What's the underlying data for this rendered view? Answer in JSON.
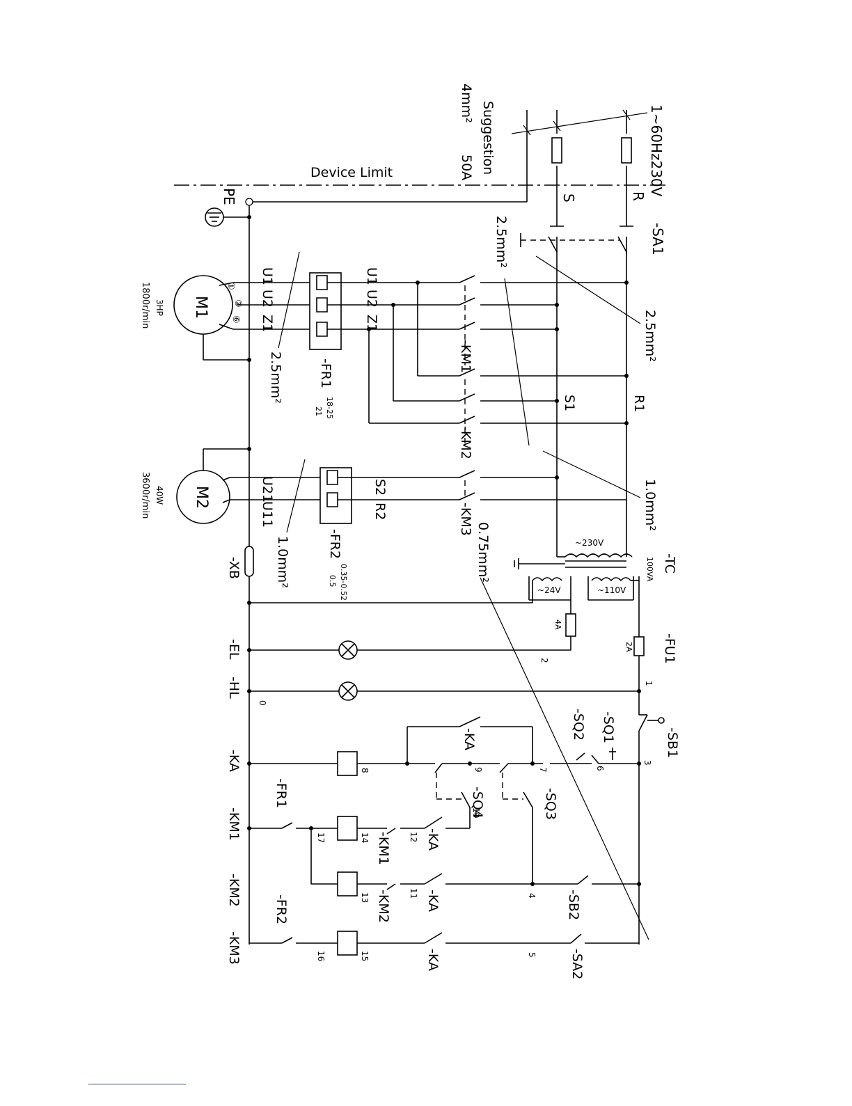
{
  "supply": {
    "spec": "1~60Hz230V",
    "R": "R",
    "S": "S",
    "PE": "PE"
  },
  "suggestion": {
    "title": "Suggestion",
    "area": "4mm²",
    "current": "50A"
  },
  "device_limit": "Device Limit",
  "wires": {
    "w25": "2.5mm²",
    "w10": "1.0mm²",
    "w075": "0.75mm²"
  },
  "motors": {
    "m1": {
      "name": "M1",
      "power": "3HP",
      "speed": "1800r/min",
      "t1": "U1",
      "t2": "U2",
      "t3": "Z1",
      "p1": "①",
      "p2": "②",
      "p3": "⑥"
    },
    "m2": {
      "name": "M2",
      "power": "40W",
      "speed": "3600r/min",
      "t1": "U21",
      "t2": "U11"
    }
  },
  "labels": {
    "SA1": "-SA1",
    "R1": "R1",
    "S1": "S1",
    "S2": "S2",
    "R2": "R2",
    "KM1": "-KM1",
    "KM2": "-KM2",
    "KM3": "-KM3",
    "FR1": "-FR1",
    "FR2": "-FR2",
    "FR1_range": "18-25",
    "FR1_set": "21",
    "FR2_range": "0.35-0.52",
    "FR2_set": "0.5",
    "XB": "-XB",
    "TC": "-TC",
    "TC_va": "100VA",
    "v230": "~230V",
    "v110": "~110V",
    "v24": "~24V",
    "FU1": "-FU1",
    "FU1_rating": "2A",
    "fuse4": "4A",
    "EL": "-EL",
    "HL": "-HL",
    "SB1": "-SB1",
    "SQ1": "-SQ1",
    "SQ2": "-SQ2",
    "SQ3": "-SQ3",
    "SQ4": "-SQ4",
    "KA": "-KA",
    "SB2": "-SB2",
    "SA2": "-SA2"
  },
  "nodes": {
    "n0": "0",
    "n1": "1",
    "n2": "2",
    "n3": "3",
    "n4": "4",
    "n5": "5",
    "n6": "6",
    "n7": "7",
    "n8": "8",
    "n9": "9",
    "n10": "10",
    "n11": "11",
    "n12": "12",
    "n13": "13",
    "n14": "14",
    "n15": "15",
    "n16": "16",
    "n17": "17"
  },
  "bottom_labels": {
    "KA": "-KA",
    "KM1": "-KM1",
    "KM2": "-KM2",
    "KM3": "-KM3"
  }
}
